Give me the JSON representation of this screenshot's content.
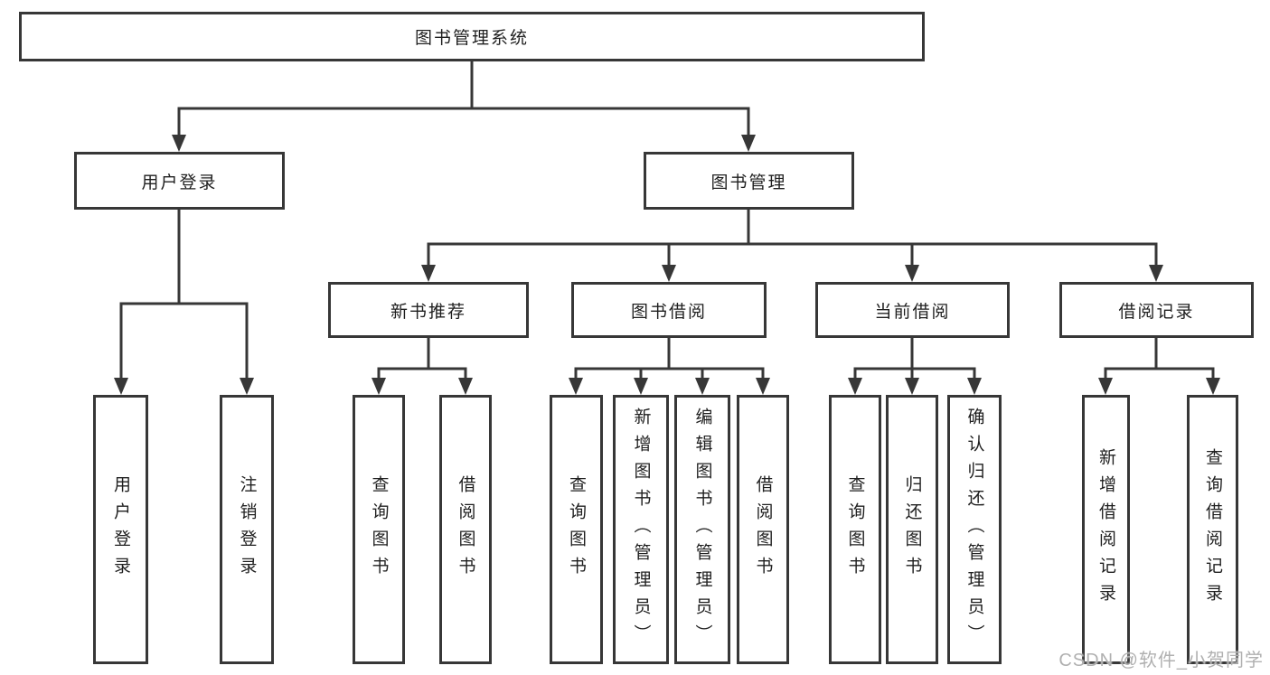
{
  "diagram_title": "图书管理系统",
  "watermark": "CSDN @软件_小贺同学",
  "colors": {
    "line": "#373737",
    "box_border": "#373737",
    "box_fill": "#ffffff",
    "text": "#1f1f1f",
    "watermark": "#b0b0b0",
    "background": "#ffffff"
  },
  "nodes": {
    "root": {
      "label": "图书管理系统"
    },
    "user_login": {
      "label": "用户登录"
    },
    "book_mgmt": {
      "label": "图书管理"
    },
    "new_book_rec": {
      "label": "新书推荐"
    },
    "book_borrowing": {
      "label": "图书借阅"
    },
    "current_borrowing": {
      "label": "当前借阅"
    },
    "borrowing_records": {
      "label": "借阅记录"
    },
    "ul_user_login": {
      "label": "用户登录"
    },
    "ul_logout": {
      "label": "注销登录"
    },
    "nbr_query_books": {
      "label": "查询图书"
    },
    "nbr_borrow_books": {
      "label": "借阅图书"
    },
    "bb_query_books": {
      "label": "查询图书"
    },
    "bb_add_books": {
      "label": "新增图书（管理员）"
    },
    "bb_edit_books": {
      "label": "编辑图书（管理员）"
    },
    "bb_borrow_books": {
      "label": "借阅图书"
    },
    "cb_query_books": {
      "label": "查询图书"
    },
    "cb_return_books": {
      "label": "归还图书"
    },
    "cb_confirm_return": {
      "label": "确认归还（管理员）"
    },
    "br_add_record": {
      "label": "新增借阅记录"
    },
    "br_query_record": {
      "label": "查询借阅记录"
    }
  },
  "hierarchy": {
    "图书管理系统": [
      "用户登录",
      "图书管理"
    ],
    "用户登录": [
      "用户登录",
      "注销登录"
    ],
    "图书管理": [
      "新书推荐",
      "图书借阅",
      "当前借阅",
      "借阅记录"
    ],
    "新书推荐": [
      "查询图书",
      "借阅图书"
    ],
    "图书借阅": [
      "查询图书",
      "新增图书（管理员）",
      "编辑图书（管理员）",
      "借阅图书"
    ],
    "当前借阅": [
      "查询图书",
      "归还图书",
      "确认归还（管理员）"
    ],
    "借阅记录": [
      "新增借阅记录",
      "查询借阅记录"
    ]
  }
}
